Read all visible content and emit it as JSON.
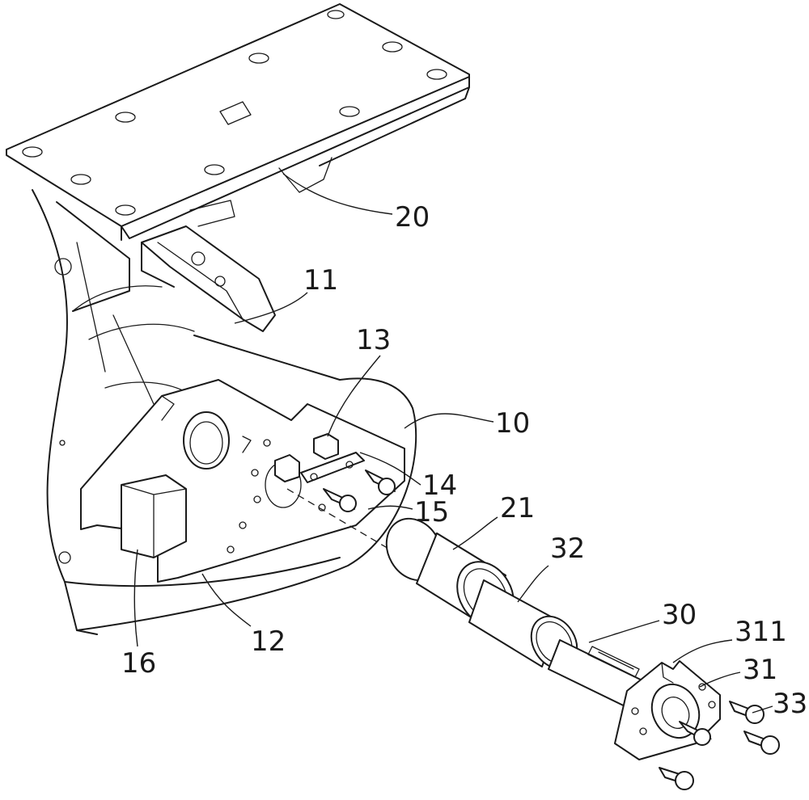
{
  "labels": {
    "l20": "20",
    "l11": "11",
    "l13": "13",
    "l10": "10",
    "l14": "14",
    "l15": "15",
    "l21": "21",
    "l32": "32",
    "l30": "30",
    "l311": "311",
    "l31": "31",
    "l33": "33",
    "l16": "16",
    "l12": "12"
  }
}
